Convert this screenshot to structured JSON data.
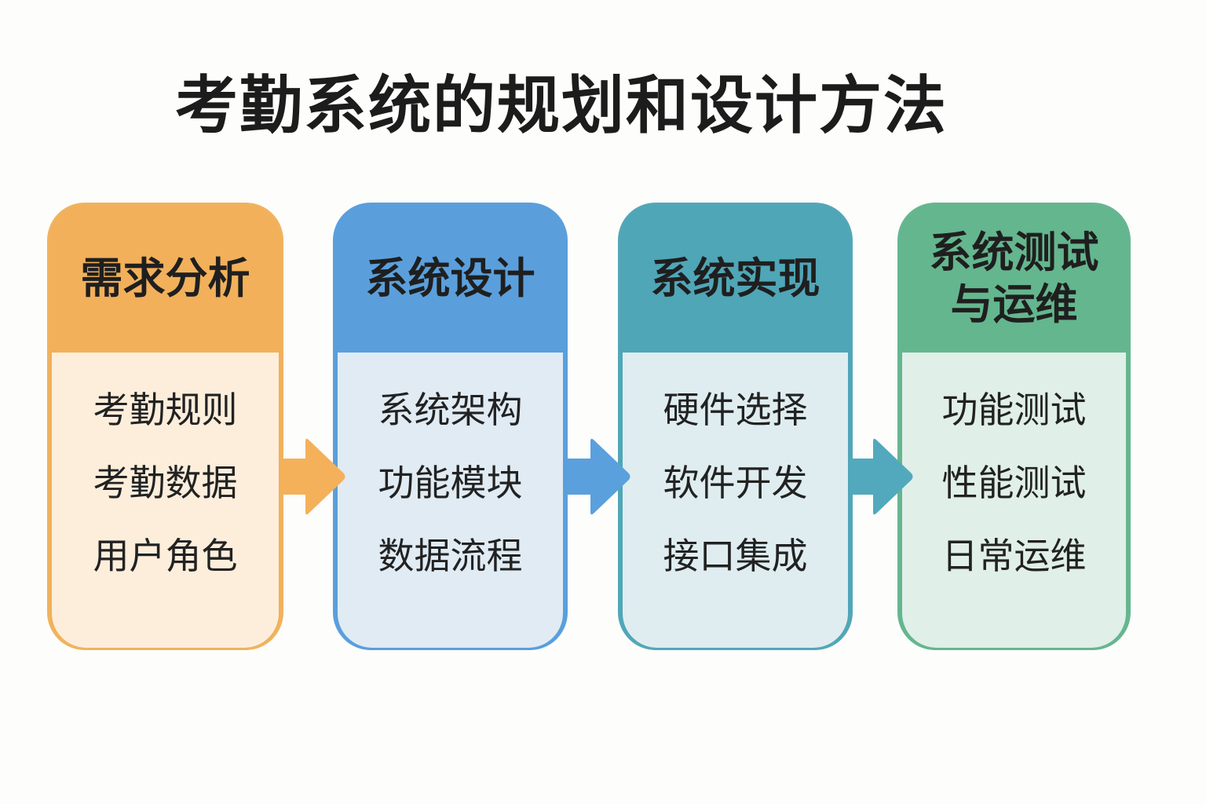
{
  "title": "考勤系统的规划和设计方法",
  "stages": [
    {
      "title_lines": [
        "需求分析"
      ],
      "items": [
        "考勤规则",
        "考勤数据",
        "用户角色"
      ],
      "header_color": "#f2b05a",
      "body_color": "#fdeedc",
      "border_color": "#f0b35e"
    },
    {
      "title_lines": [
        "系统设计"
      ],
      "items": [
        "系统架构",
        "功能模块",
        "数据流程"
      ],
      "header_color": "#5a9fdc",
      "body_color": "#e0ebf4",
      "border_color": "#5a9fdc"
    },
    {
      "title_lines": [
        "系统实现"
      ],
      "items": [
        "硬件选择",
        "软件开发",
        "接口集成"
      ],
      "header_color": "#4fa6b7",
      "body_color": "#dfedf0",
      "border_color": "#52a7b8"
    },
    {
      "title_lines": [
        "系统测试",
        "与运维"
      ],
      "items": [
        "功能测试",
        "性能测试",
        "日常运维"
      ],
      "header_color": "#64b68e",
      "body_color": "#e0efe8",
      "border_color": "#66b690"
    }
  ],
  "arrows": [
    {
      "from": "需求分析",
      "to": "系统设计",
      "color": "#f4b15a"
    },
    {
      "from": "系统设计",
      "to": "系统实现",
      "color": "#5aa0dc"
    },
    {
      "from": "系统实现",
      "to": "系统测试与运维",
      "color": "#52a9bd"
    }
  ]
}
